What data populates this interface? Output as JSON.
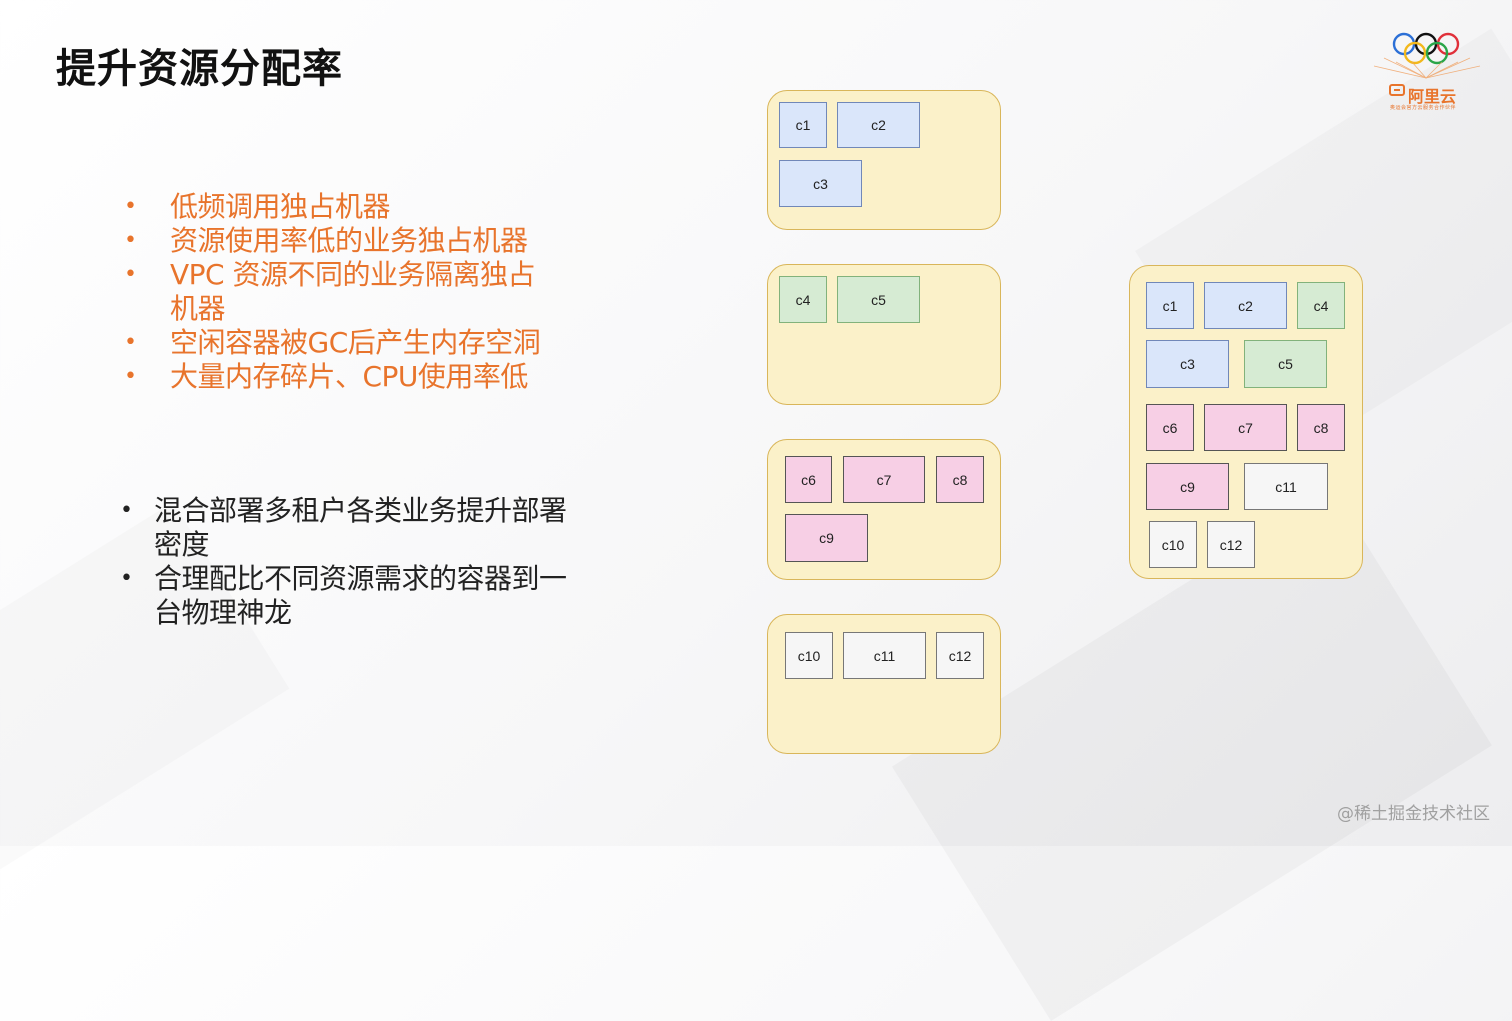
{
  "title": "提升资源分配率",
  "orange_points": [
    "低频调用独占机器",
    "资源使用率低的业务独占机器",
    "VPC 资源不同的业务隔离独占机器",
    "空闲容器被GC后产生内存空洞",
    "大量内存碎片、CPU使用率低"
  ],
  "black_points": [
    "混合部署多租户各类业务提升部署密度",
    "合理配比不同资源需求的容器到一台物理神龙"
  ],
  "bullet": "•",
  "containers": {
    "c1": "c1",
    "c2": "c2",
    "c3": "c3",
    "c4": "c4",
    "c5": "c5",
    "c6": "c6",
    "c7": "c7",
    "c8": "c8",
    "c9": "c9",
    "c10": "c10",
    "c11": "c11",
    "c12": "c12"
  },
  "colors": {
    "accent_orange": "#e8742c",
    "host_fill": "#fbf1c9",
    "blue_container": "#dae6fa",
    "green_container": "#d6ebd3",
    "pink_container": "#f7cfe5",
    "gray_container": "#f6f6f6"
  },
  "logo": {
    "brand": "阿里云",
    "tagline": "奥运会官方云服务合作伙伴",
    "icon": "olympic-rings-icon"
  },
  "watermark": "@稀土掘金技术社区"
}
